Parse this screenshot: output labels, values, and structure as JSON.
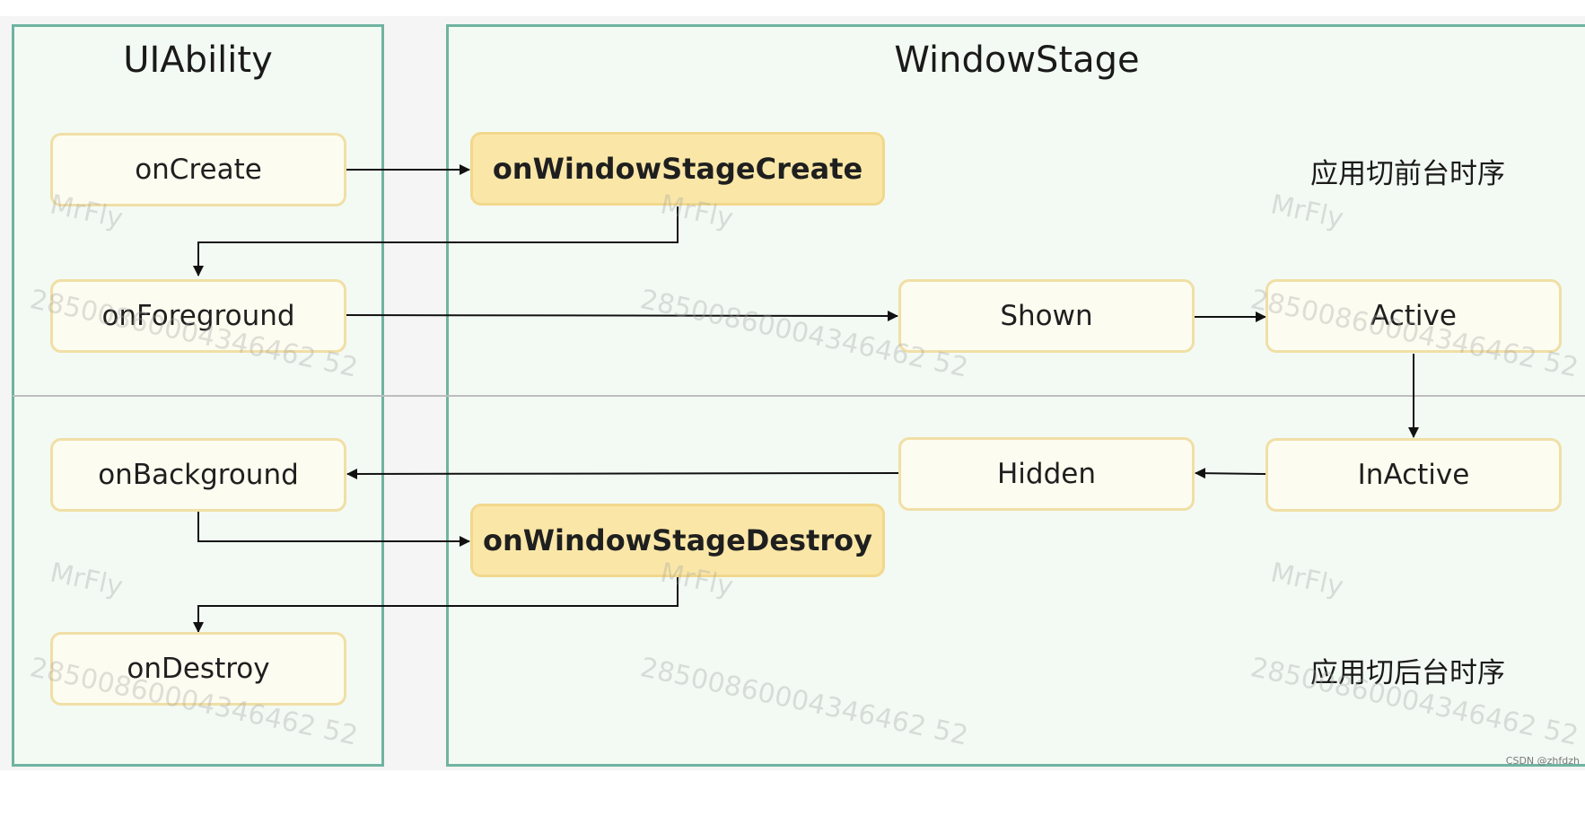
{
  "panels": {
    "left_title": "UIAbility",
    "right_title": "WindowStage"
  },
  "nodes": {
    "onCreate": "onCreate",
    "onWindowStageCreate": "onWindowStageCreate",
    "onForeground": "onForeground",
    "shown": "Shown",
    "active": "Active",
    "onBackground": "onBackground",
    "hidden": "Hidden",
    "inactive": "InActive",
    "onWindowStageDestroy": "onWindowStageDestroy",
    "onDestroy": "onDestroy"
  },
  "labels": {
    "foreground_sequence": "应用切前台时序",
    "background_sequence": "应用切后台时序"
  },
  "watermark": {
    "user": "MrFly",
    "id": "28500860004346462 52"
  },
  "credit": "CSDN @zhfdzh",
  "colors": {
    "panel_border": "#6fb3a1",
    "panel_fill": "#f3faf3",
    "node_fill": "#fdfcf0",
    "node_border": "#f0dfa6",
    "highlight_fill": "#fae7a8",
    "arrow": "#111111"
  }
}
